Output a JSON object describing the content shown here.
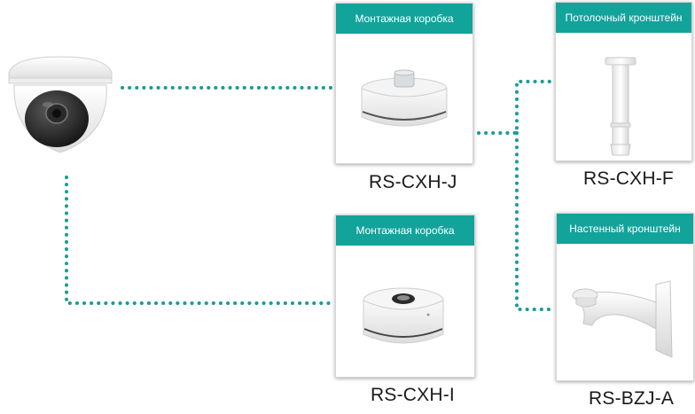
{
  "colors": {
    "accent": "#12a39b",
    "connector": "#1a9c95"
  },
  "products": {
    "box_top": {
      "header": "Монтажная коробка",
      "model": "RS-CXH-J",
      "icon": "junction-box-icon"
    },
    "box_bottom": {
      "header": "Монтажная коробка",
      "model": "RS-CXH-I",
      "icon": "junction-box-icon"
    },
    "ceiling": {
      "header": "Потолочный кронштейн",
      "model": "RS-CXH-F",
      "icon": "ceiling-bracket-icon"
    },
    "wall": {
      "header": "Настенный кронштейн",
      "model": "RS-BZJ-A",
      "icon": "wall-bracket-icon"
    }
  },
  "camera": {
    "icon": "dome-camera-icon"
  }
}
